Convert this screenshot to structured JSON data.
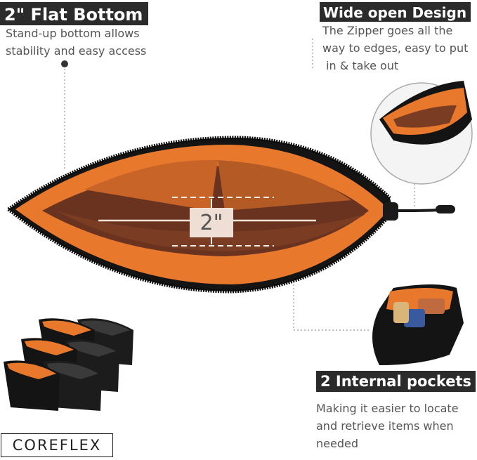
{
  "features": {
    "flat_bottom": {
      "title": "2\" Flat Bottom",
      "lines": [
        "Stand-up bottom allows",
        "stability and easy access"
      ]
    },
    "wide_open": {
      "title": "Wide open Design",
      "lines": [
        "The Zipper goes all the",
        "way to edges, easy to put",
        " in & take out"
      ]
    },
    "pockets": {
      "title": "2 Internal pockets",
      "lines": [
        "Making it easier to locate",
        "and retrieve items when",
        "needed"
      ]
    }
  },
  "measurement": "2\"",
  "brand": "COREFLEX",
  "colors": {
    "accent": "#e8782c",
    "bag": "#1a1a1a",
    "label_bg": "#2b2b2b"
  }
}
